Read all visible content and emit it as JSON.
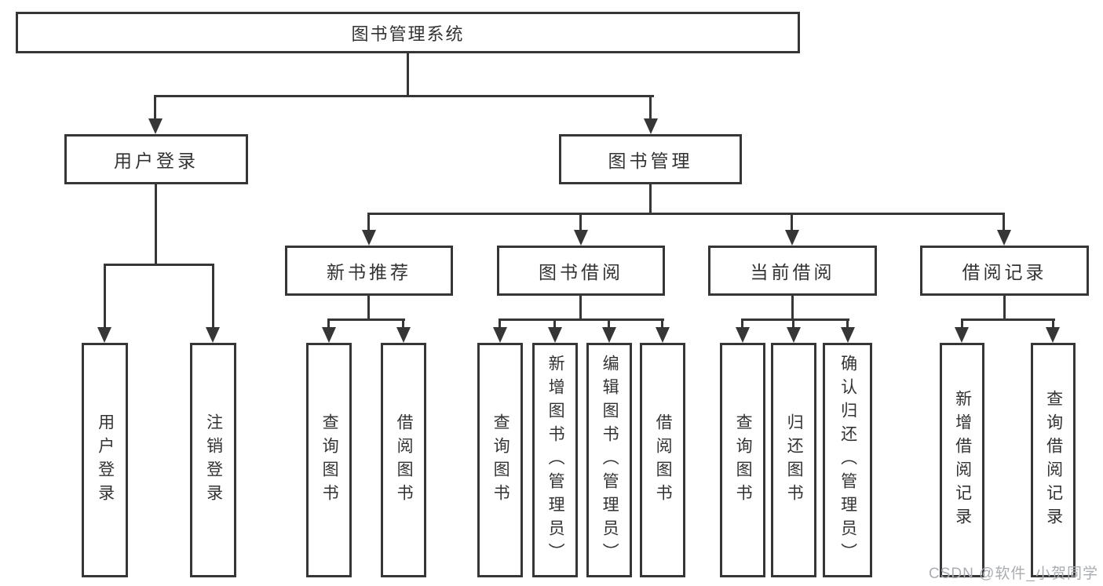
{
  "tree": {
    "root": {
      "label": "图书管理系统",
      "children": [
        {
          "label": "用户登录",
          "children": [
            {
              "label": "用户登录"
            },
            {
              "label": "注销登录"
            }
          ]
        },
        {
          "label": "图书管理",
          "children": [
            {
              "label": "新书推荐",
              "children": [
                {
                  "label": "查询图书"
                },
                {
                  "label": "借阅图书"
                }
              ]
            },
            {
              "label": "图书借阅",
              "children": [
                {
                  "label": "查询图书"
                },
                {
                  "label": "新增图书（管理员）"
                },
                {
                  "label": "编辑图书（管理员）"
                },
                {
                  "label": "借阅图书"
                }
              ]
            },
            {
              "label": "当前借阅",
              "children": [
                {
                  "label": "查询图书"
                },
                {
                  "label": "归还图书"
                },
                {
                  "label": "确认归还（管理员）"
                }
              ]
            },
            {
              "label": "借阅记录",
              "children": [
                {
                  "label": "新增借阅记录"
                },
                {
                  "label": "查询借阅记录"
                }
              ]
            }
          ]
        }
      ]
    }
  },
  "watermark": {
    "text": "CSDN @软件_小贺同学"
  },
  "colors": {
    "line": "#363636",
    "text": "#333333",
    "background": "#ffffff",
    "watermark": "#a9adb2"
  }
}
